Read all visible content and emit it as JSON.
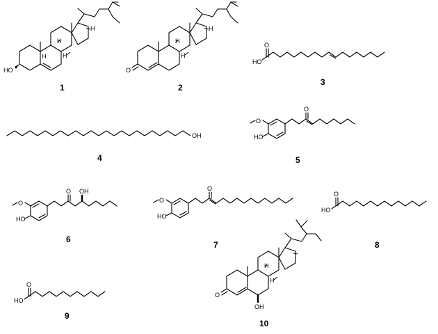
{
  "figure": {
    "compounds": [
      {
        "number": "1"
      },
      {
        "number": "2"
      },
      {
        "number": "3"
      },
      {
        "number": "4"
      },
      {
        "number": "5"
      },
      {
        "number": "6"
      },
      {
        "number": "7"
      },
      {
        "number": "8"
      },
      {
        "number": "9"
      },
      {
        "number": "10"
      }
    ],
    "atom_labels": {
      "hydroxyl": "OH",
      "hydroxyl_left": "HO",
      "ketone_oxygen": "O",
      "methoxy_oxygen": "O",
      "hydrogen": "H"
    }
  }
}
